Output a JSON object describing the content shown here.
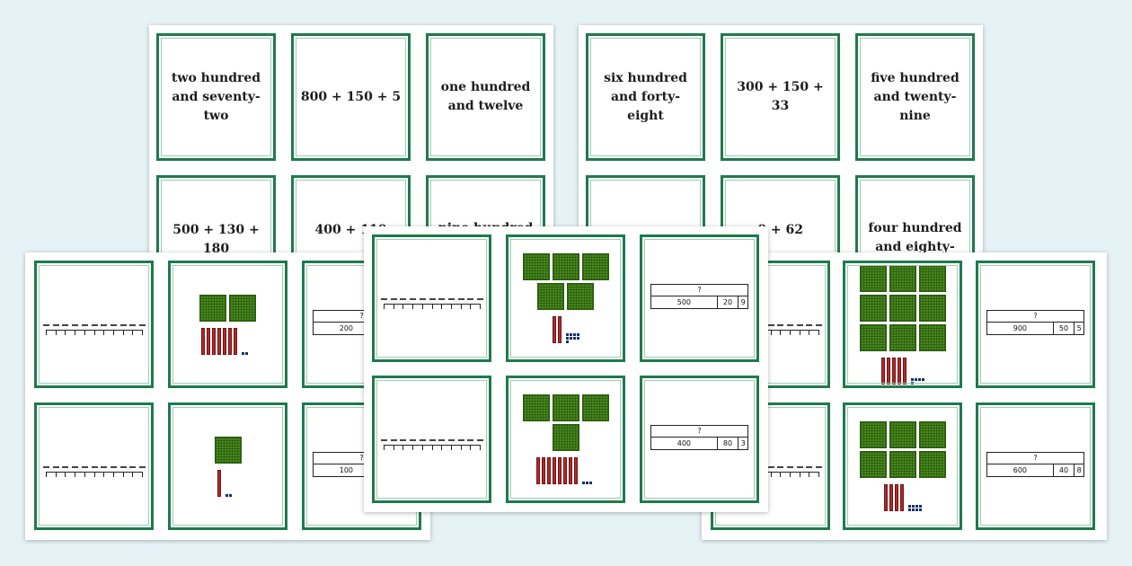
{
  "colors": {
    "background": "#e6f3f6",
    "card_border": "#1f7a4e",
    "hundred_block": "#4a8a1e",
    "ten_rod": "#b12a2a",
    "one_cube": "#1a2f6b"
  },
  "back_left": {
    "word_cards": [
      "two hundred and seventy-two",
      "800 + 150 + 5",
      "one hundred and twelve",
      "500 + 130 + 180",
      "400 + 110",
      "nine hundred"
    ]
  },
  "back_right": {
    "word_cards": [
      "six hundred and forty-eight",
      "300 + 150 + 33",
      "five hundred and twenty-nine",
      "0 + 62",
      "four hundred and eighty-three"
    ]
  },
  "front_left": {
    "bar_models": [
      {
        "total": "?",
        "parts": [
          "200"
        ]
      },
      {
        "total": "?",
        "parts": [
          "100"
        ]
      }
    ],
    "blocks": [
      {
        "hundreds": 2,
        "tens": 7,
        "ones": 2,
        "icon": "base-ten-blocks-icon"
      },
      {
        "hundreds": 1,
        "tens": 1,
        "ones": 2,
        "icon": "base-ten-blocks-icon"
      }
    ],
    "number_line_icon": "number-line-icon"
  },
  "front_center": {
    "bar_models": [
      {
        "total": "?",
        "parts": [
          "500",
          "20",
          "9"
        ]
      },
      {
        "total": "?",
        "parts": [
          "400",
          "80",
          "3"
        ]
      }
    ],
    "blocks": [
      {
        "hundreds": 5,
        "tens": 2,
        "ones": 9,
        "icon": "base-ten-blocks-icon"
      },
      {
        "hundreds": 4,
        "tens": 8,
        "ones": 3,
        "icon": "base-ten-blocks-icon"
      }
    ],
    "number_line_icon": "number-line-icon"
  },
  "front_right": {
    "bar_models": [
      {
        "total": "?",
        "parts": [
          "900",
          "50",
          "5"
        ]
      },
      {
        "total": "?",
        "parts": [
          "600",
          "40",
          "8"
        ]
      }
    ],
    "blocks": [
      {
        "hundreds": 9,
        "tens": 5,
        "ones": 5,
        "icon": "base-ten-blocks-icon"
      },
      {
        "hundreds": 6,
        "tens": 4,
        "ones": 8,
        "icon": "base-ten-blocks-icon"
      }
    ],
    "number_line_icon": "number-line-icon"
  }
}
